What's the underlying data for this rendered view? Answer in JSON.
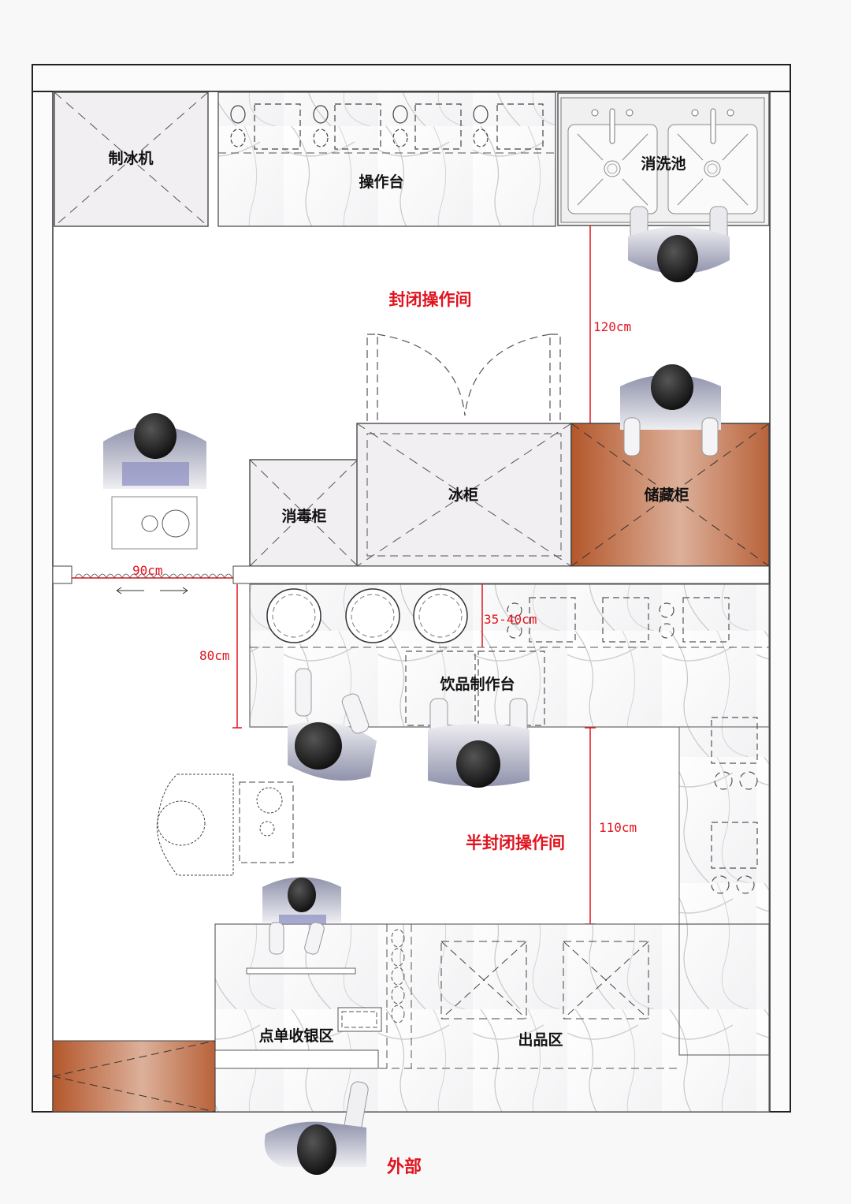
{
  "zones": {
    "closed": "封闭操作间",
    "semi_closed": "半封闭操作间",
    "outside": "外部"
  },
  "equipment": {
    "ice_machine": "制冰机",
    "work_counter": "操作台",
    "wash_sink": "消洗池",
    "disinfection_cabinet": "消毒柜",
    "freezer": "冰柜",
    "storage_cabinet": "储藏柜",
    "drink_station": "饮品制作台",
    "order_cashier": "点单收银区",
    "pickup_area": "出品区"
  },
  "dimensions": {
    "sink_clearance": "120cm",
    "sliding_door_width": "90cm",
    "passage_depth": "80cm",
    "counter_depth": "35-40cm",
    "aisle_width": "110cm"
  },
  "colors": {
    "dimension_red": "#e0141e",
    "storage_wood": "#b8643c",
    "person_body": "#9a9cb0",
    "person_head": "#1a1a1a"
  }
}
